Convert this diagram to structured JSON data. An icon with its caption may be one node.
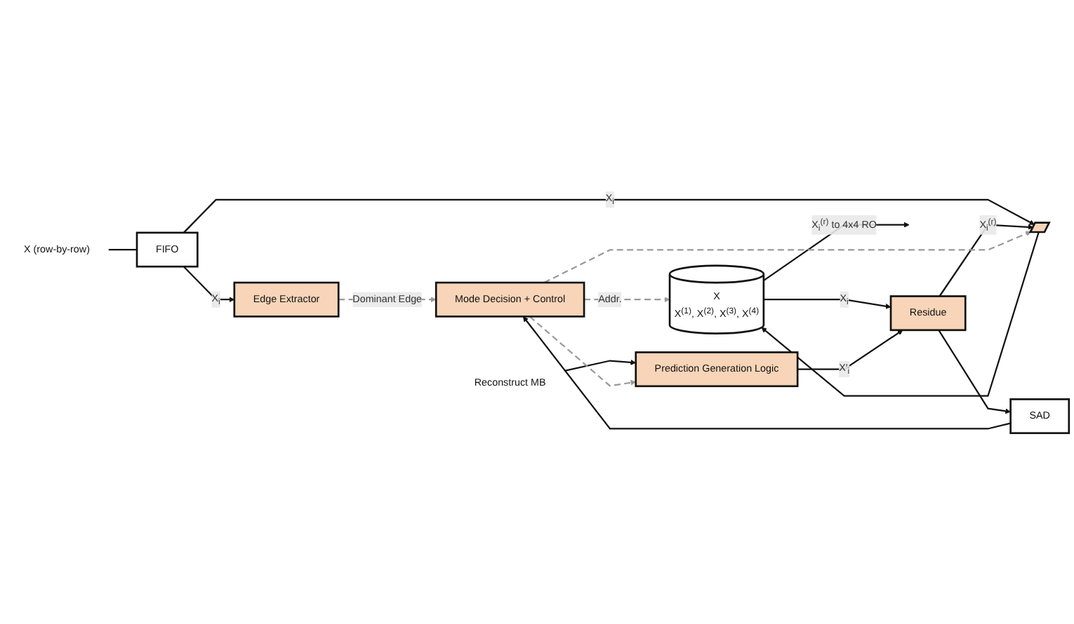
{
  "diagram": {
    "nodes": [
      {
        "text": [
          "X (row-by-row)"
        ]
      },
      {
        "text": [
          "FIFO"
        ]
      },
      {
        "text": [
          "Edge Extractor"
        ]
      },
      {
        "text": [],
        "shape": "trapezoid"
      },
      {
        "text": [
          "X",
          "X$^{(1)}$, X$^{(2)}$, X$^{(3)}$, X$^{(4)}$"
        ]
      },
      {
        "text": [
          "Residue"
        ]
      },
      {
        "text": [
          "SAD"
        ]
      },
      {
        "text": [
          "Mode Decision + Control"
        ]
      },
      {
        "text": [
          "Prediction Generation Logic"
        ]
      },
      {
        "text": [
          "Reconstruct MB"
        ]
      }
    ],
    "edges": [
      {
        "from": 0,
        "to": 1,
        "arrow": "none"
      },
      {
        "from": 1,
        "to": 2,
        "label": "X$_{i}$",
        "arrow": "to"
      },
      {
        "from": 1,
        "to": 3,
        "label": "X$_{i}$",
        "arrow": "to"
      },
      {
        "from": 3,
        "to": 4,
        "arrow": "to"
      },
      {
        "from": 4,
        "to": null,
        "label": "X$_{i}$$^{(r)}$ to 4x4 RO",
        "arrow": "to"
      },
      {
        "from": 4,
        "to": 5,
        "label": "X$_{i}$",
        "arrow": "to"
      },
      {
        "from": 5,
        "to": 3,
        "label": "X$_{i}$$^{(r)}$",
        "arrow": "to"
      },
      {
        "from": 5,
        "to": 6,
        "arrow": "to"
      },
      {
        "from": 6,
        "to": 7,
        "arrow": "to"
      },
      {
        "from": 8,
        "to": 5,
        "label": "X′$_{i}$",
        "arrow": "to"
      },
      {
        "from": 9,
        "to": 8,
        "arrow": "to"
      },
      {
        "from": 2,
        "to": 7,
        "label": "Dominant Edge",
        "arrow": "to",
        "style": "dashed",
        "color": "#999999"
      },
      {
        "from": 7,
        "to": 4,
        "label": "Addr.",
        "arrow": "to",
        "style": "dashed",
        "color": "#999999"
      },
      {
        "from": 7,
        "to": 8,
        "arrow": "to",
        "style": "dashed",
        "color": "#999999"
      },
      {
        "from": 7,
        "to": 3,
        "arrow": "to",
        "style": "dashed",
        "color": "#999999"
      }
    ]
  }
}
